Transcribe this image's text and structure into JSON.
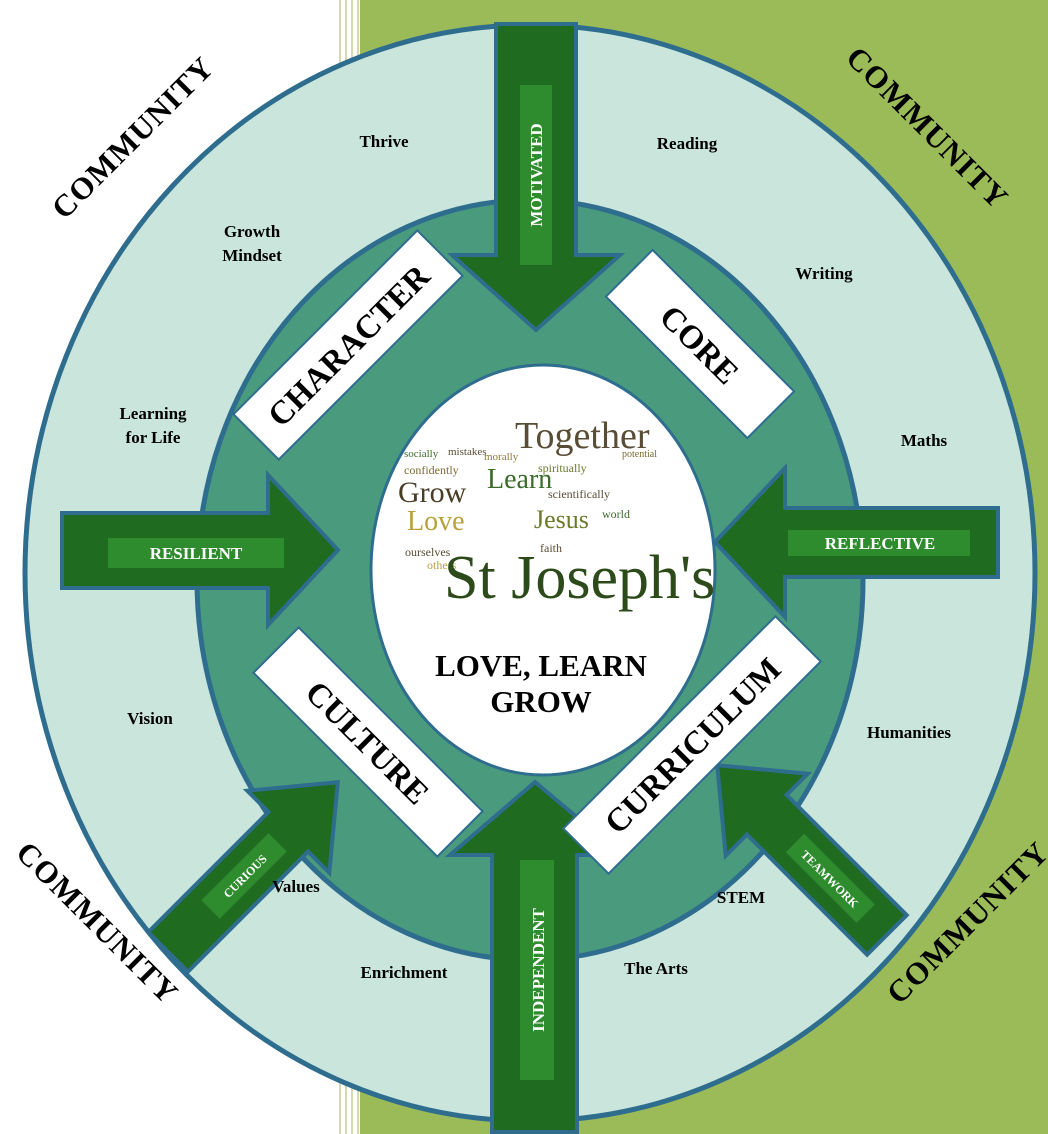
{
  "center": {
    "motto_line1": "LOVE, LEARN",
    "motto_line2": "GROW",
    "word_cloud": {
      "title": "St Joseph's",
      "words": [
        "Together",
        "potential",
        "socially",
        "mistakes",
        "morally",
        "spiritually",
        "confidently",
        "Learn",
        "scientifically",
        "Grow",
        "Love",
        "Jesus",
        "world",
        "ourselves",
        "faith",
        "others"
      ]
    }
  },
  "pillars": {
    "character": "CHARACTER",
    "core": "CORE",
    "culture": "CULTURE",
    "curriculum": "CURRICULUM"
  },
  "arrows": {
    "top": "MOTIVATED",
    "left": "RESILIENT",
    "right": "REFLECTIVE",
    "bottom": "INDEPENDENT",
    "bottom_left": "CURIOUS",
    "bottom_right": "TEAMWORK"
  },
  "community": {
    "top_left": "COMMUNITY",
    "top_right": "COMMUNITY",
    "bottom_left": "COMMUNITY",
    "bottom_right": "COMMUNITY"
  },
  "labels": {
    "thrive": "Thrive",
    "growth_line1": "Growth",
    "growth_line2": "Mindset",
    "learning_line1": "Learning",
    "learning_line2": "for Life",
    "vision": "Vision",
    "values": "Values",
    "enrichment": "Enrichment",
    "reading": "Reading",
    "writing": "Writing",
    "maths": "Maths",
    "humanities": "Humanities",
    "stem": "STEM",
    "arts": "The Arts"
  },
  "colors": {
    "olive_bg": "#9bbb59",
    "outer_ring": "#c9e5dc",
    "middle_ring": "#4a9a7e",
    "ring_stroke": "#2e6d8e",
    "arrow_fill": "#1f6b1f",
    "arrow_inner": "#2e8b2e",
    "arrow_stroke": "#2e6d8e"
  }
}
